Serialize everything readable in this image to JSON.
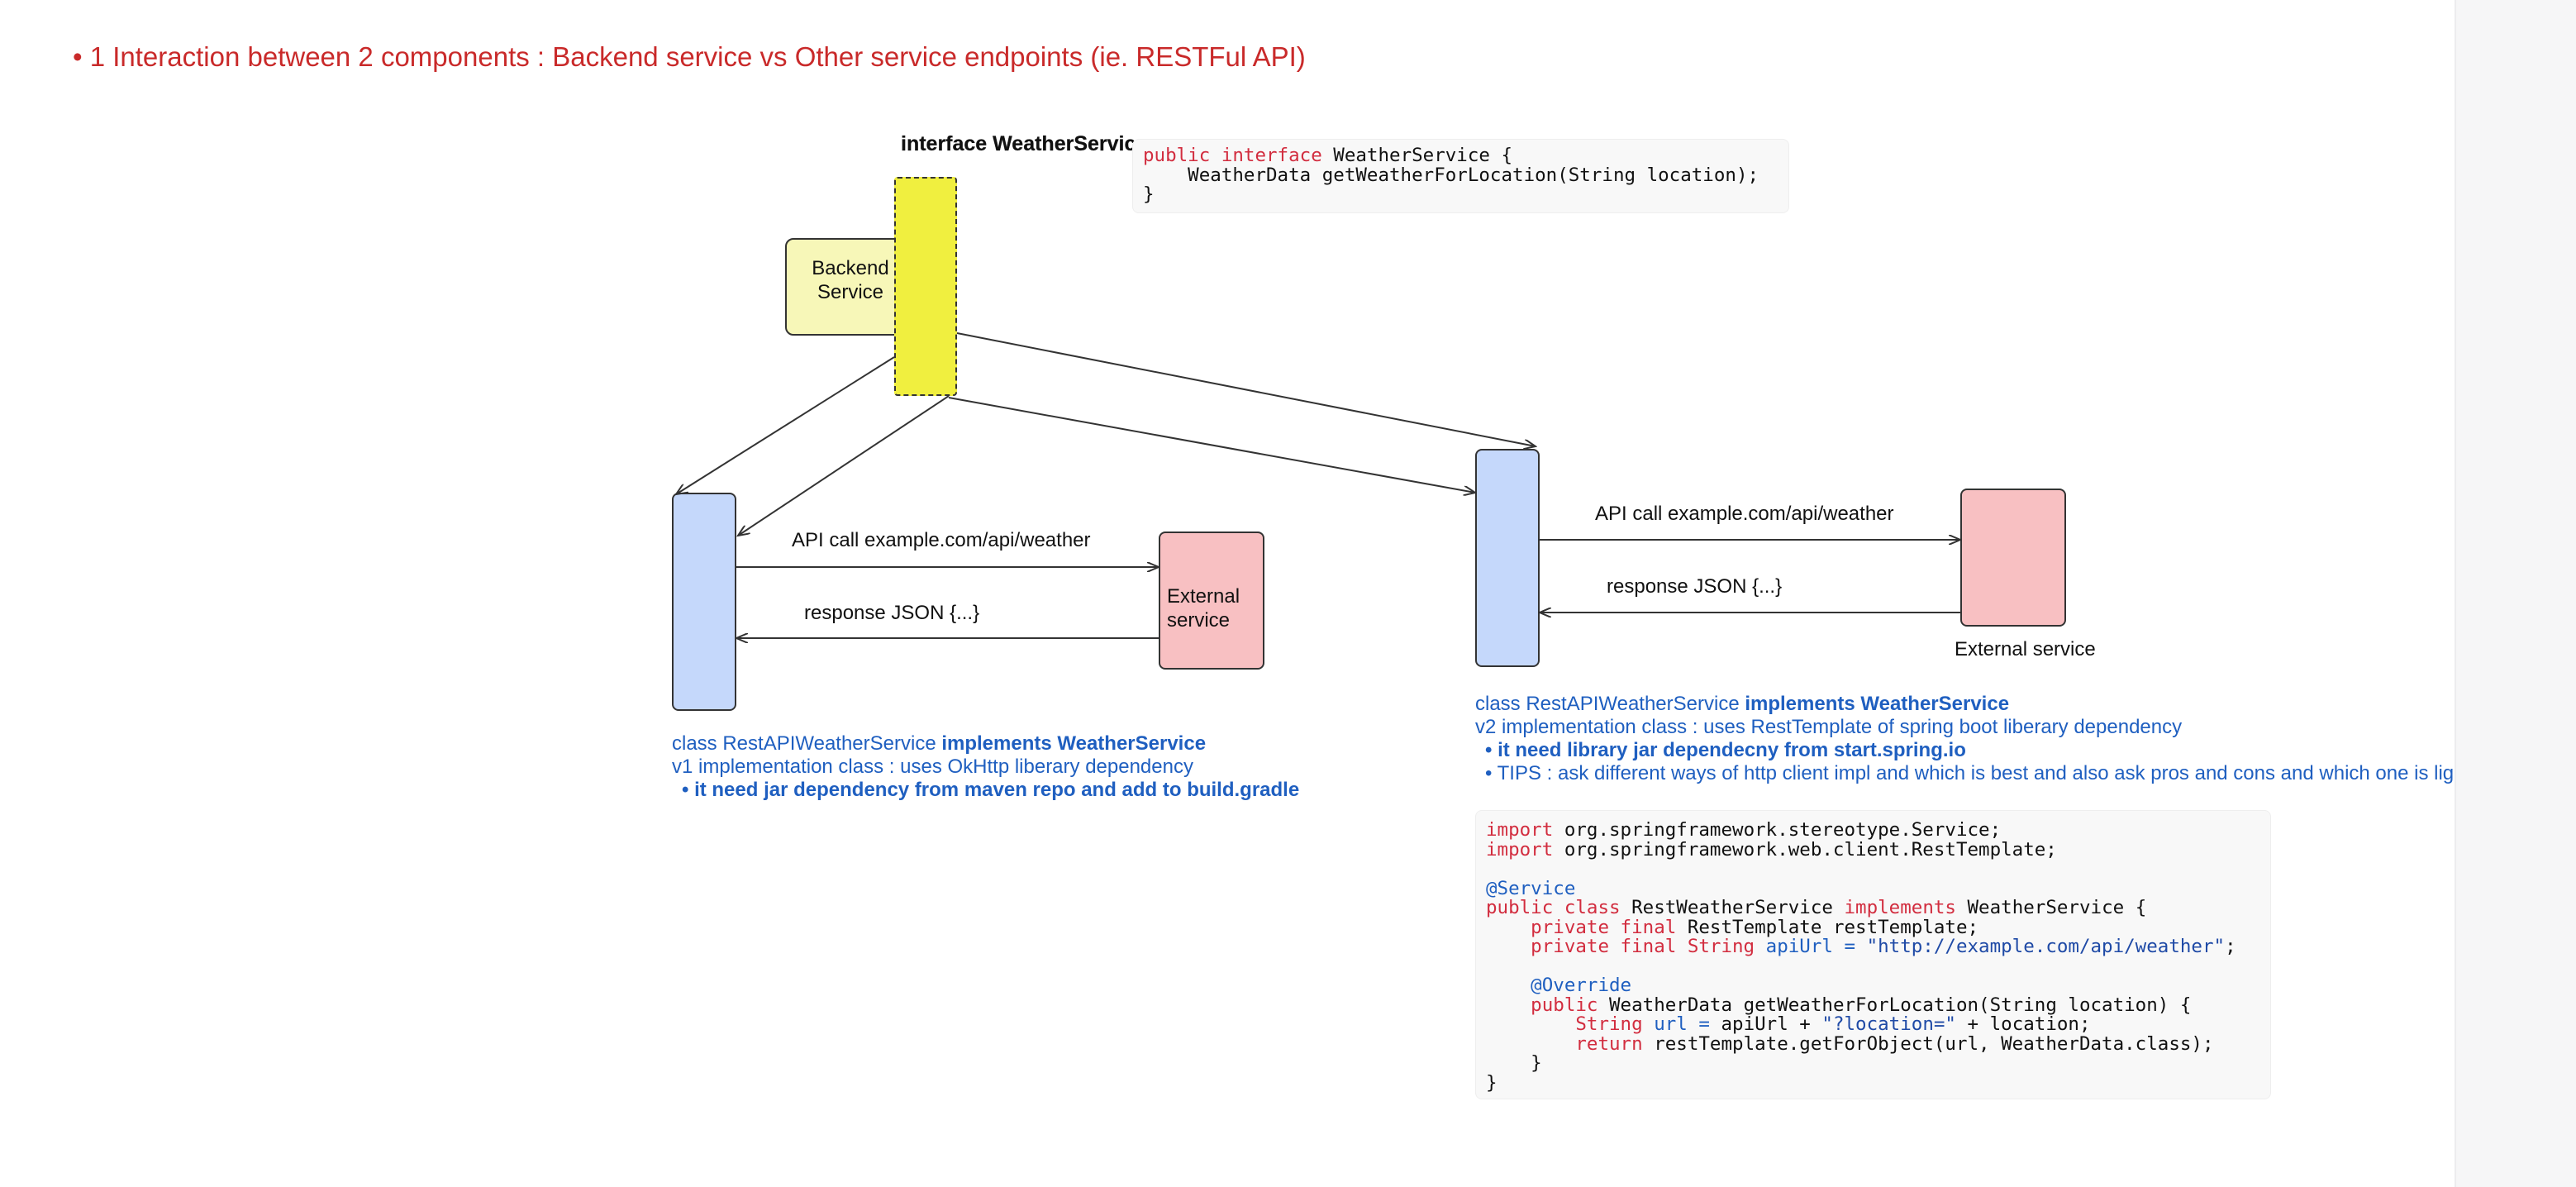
{
  "heading": "• 1 Interaction between 2 components : Backend service vs Other service endpoints (ie. RESTFul API)",
  "interface_title": "interface WeatherService",
  "backend_service": "Backend Service",
  "external_service_left": "External service",
  "external_service_right": "External service",
  "left_flow": {
    "api_call": "API call   example.com/api/weather",
    "response": "response JSON {...}"
  },
  "right_flow": {
    "api_call": "API call   example.com/api/weather",
    "response": "response JSON {...}"
  },
  "interface_code": {
    "l1_kw": "public interface",
    "l1_rest": " WeatherService {",
    "l2": "    WeatherData getWeatherForLocation(String location);",
    "l3": "}"
  },
  "v1": {
    "class_prefix": "class RestAPIWeatherService ",
    "class_bold": "implements WeatherService",
    "desc": "v1 implementation class : uses OkHttp liberary dependency",
    "bullet": "• it need jar dependency from maven repo and add to build.gradle"
  },
  "v2": {
    "class_prefix": "class RestAPIWeatherService ",
    "class_bold": "implements WeatherService",
    "desc": "v2 implementation class : uses RestTemplate of spring boot liberary dependency",
    "bullet1": "• it need library jar dependecny from start.spring.io",
    "bullet2": "• TIPS : ask different ways of http client impl and which is best and also ask pros and cons and which one is light weight"
  },
  "rest_code": {
    "i1_kw": "import",
    "i1_rest": " org.springframework.stereotype.Service;",
    "i2_kw": "import",
    "i2_rest": " org.springframework.web.client.RestTemplate;",
    "annotation": "@Service",
    "c_kw1": "public class",
    "c_mid": " RestWeatherService ",
    "c_kw2": "implements",
    "c_end": " WeatherService {",
    "f1_kw": "    private final",
    "f1_rest": " RestTemplate restTemplate;",
    "f2_kw": "    private final String",
    "f2_var": " apiUrl =",
    "f2_str": " \"http://example.com/api/weather\"",
    "f2_end": ";",
    "override": "    @Override",
    "m_kw": "    public",
    "m_rest": " WeatherData getWeatherForLocation(String location) {",
    "s1_kw": "        String",
    "s1_var": " url =",
    "s1_mid": " apiUrl + ",
    "s1_str": "\"?location=\"",
    "s1_end": " + location;",
    "r_kw": "        return",
    "r_rest": " restTemplate.getForObject(url, WeatherData.class);",
    "close1": "    }",
    "close2": "}"
  }
}
